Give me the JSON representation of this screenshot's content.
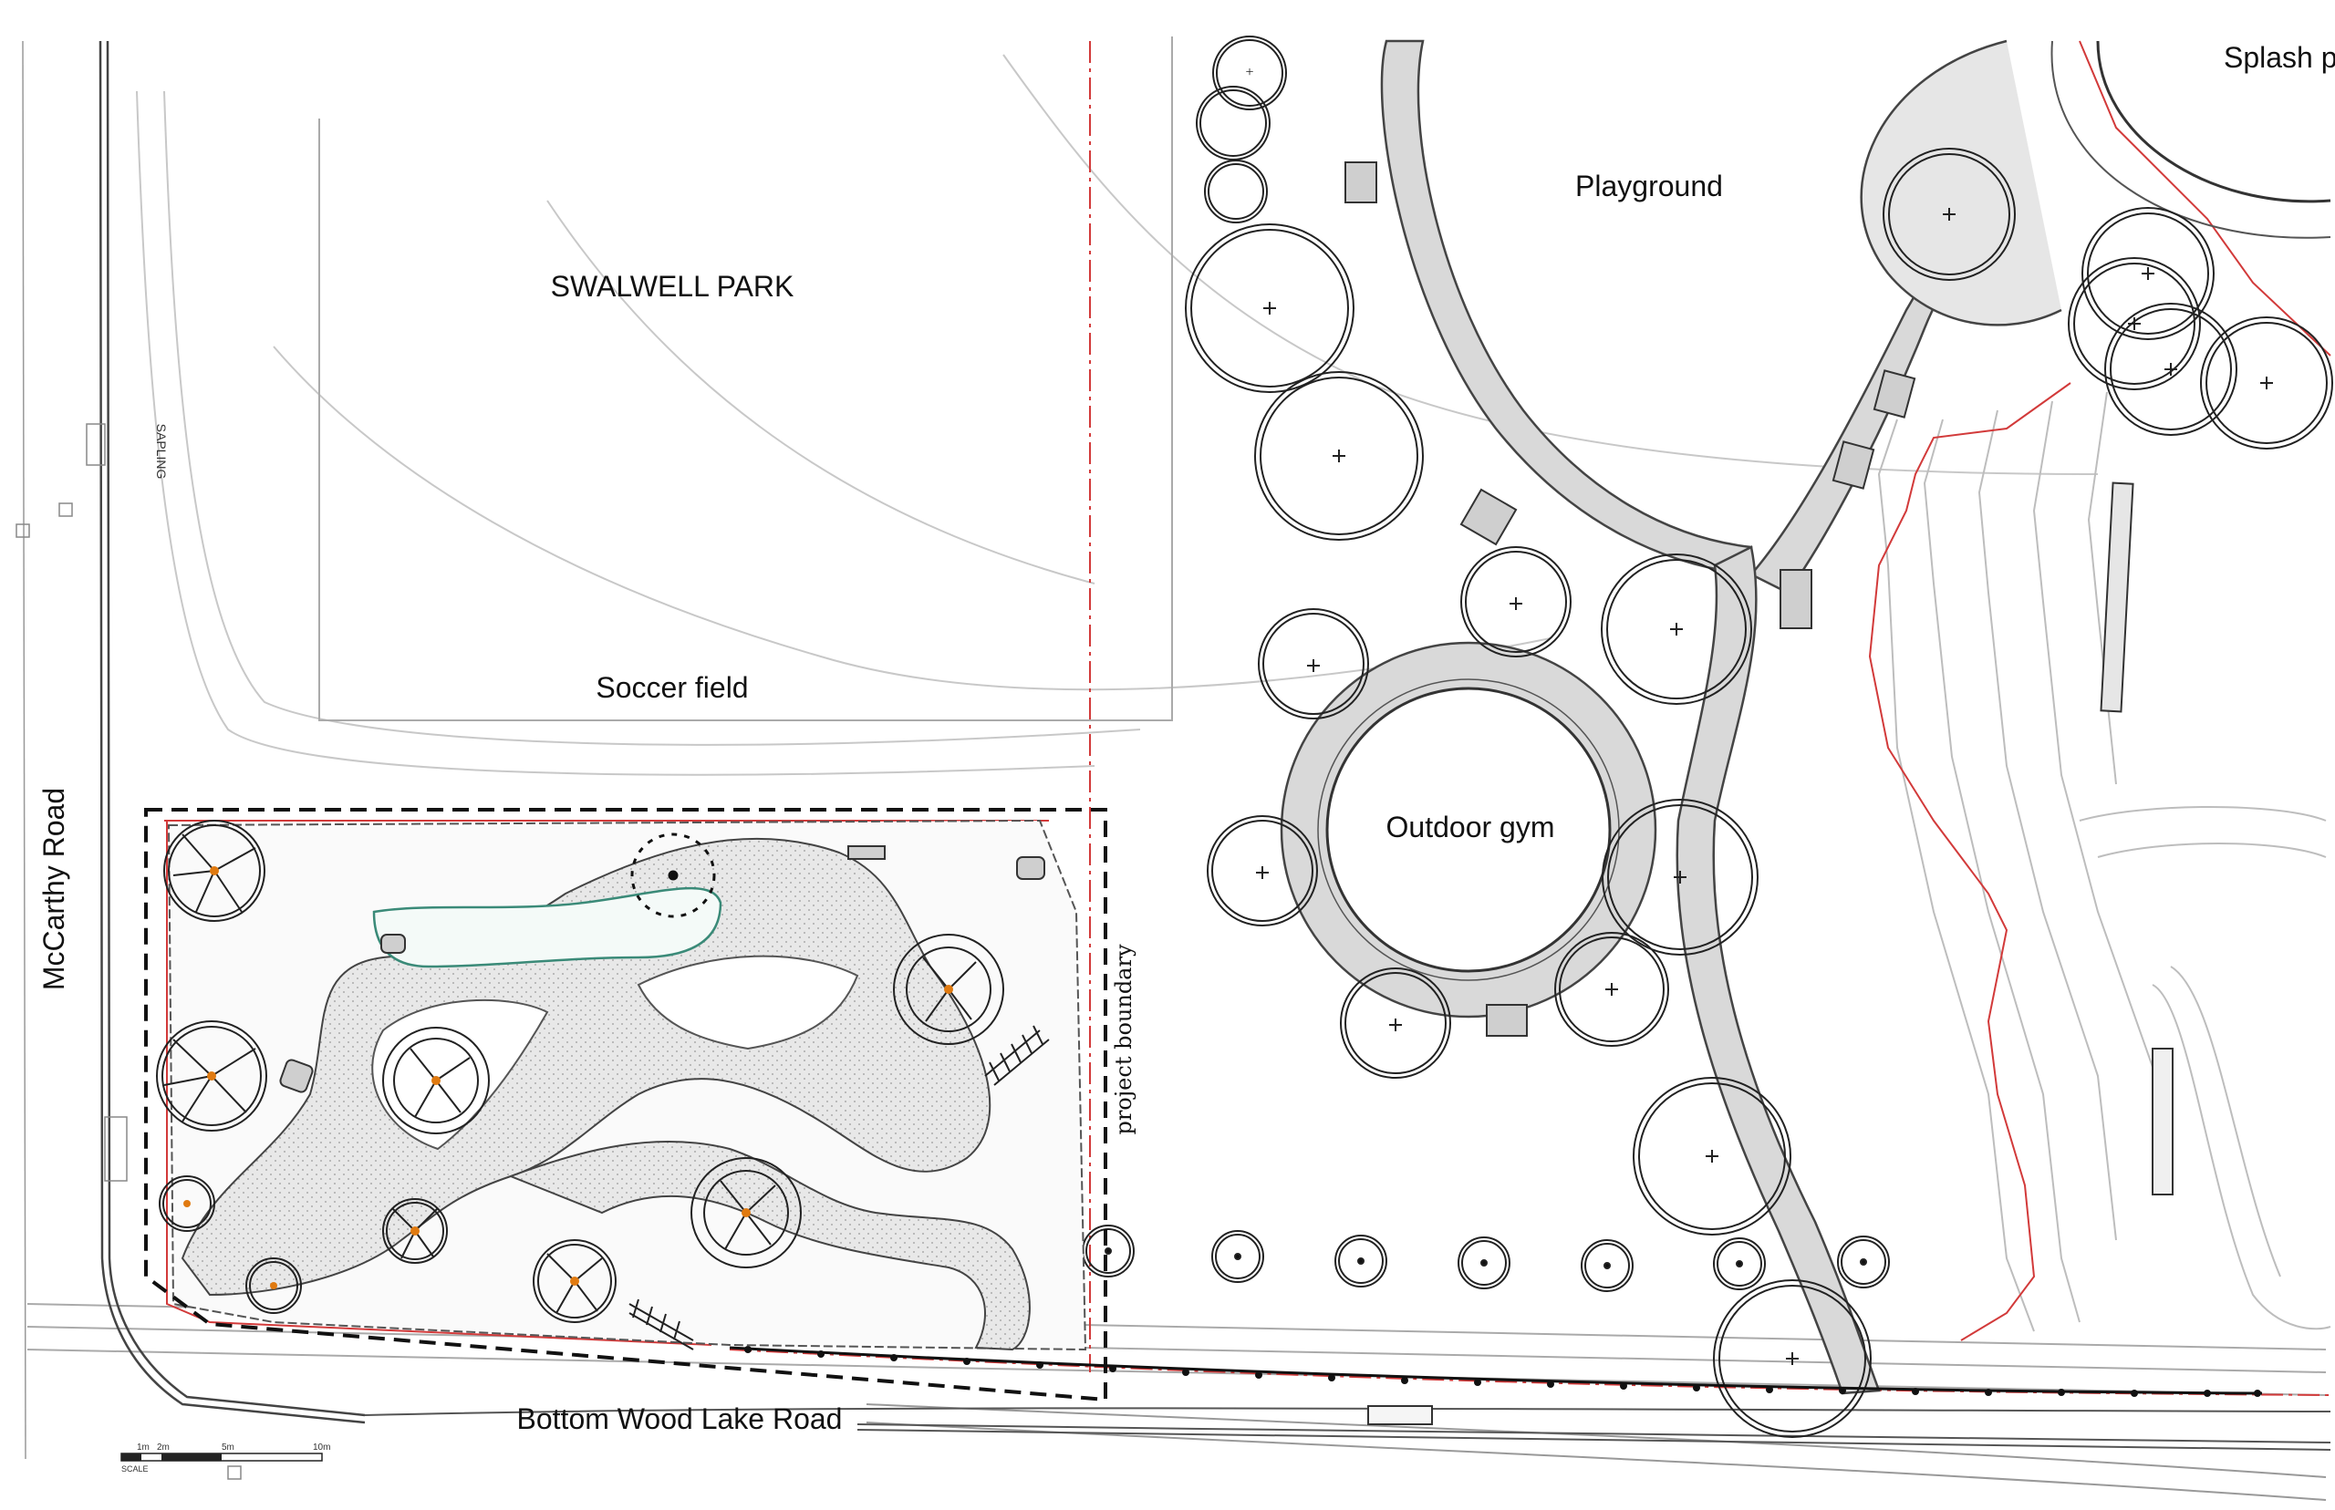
{
  "labels": {
    "park": "SWALWELL PARK",
    "soccer": "Soccer field",
    "playground": "Playground",
    "gym": "Outdoor gym",
    "splash": "Splash p",
    "mccarthy": "McCarthy Road",
    "bottom_road": "Bottom Wood Lake Road",
    "project_boundary": "project boundary",
    "sapling": "SAPLING"
  },
  "scale_bar": {
    "ticks": [
      "1m",
      "2m",
      "5m",
      "10m"
    ],
    "caption": "SCALE"
  },
  "colors": {
    "boundary_red": "#d23a3a",
    "path_grey": "#d9d9d9",
    "tree_centre_orange": "#e07a10",
    "hedge_green": "#3a8a78",
    "line": "#222222"
  }
}
